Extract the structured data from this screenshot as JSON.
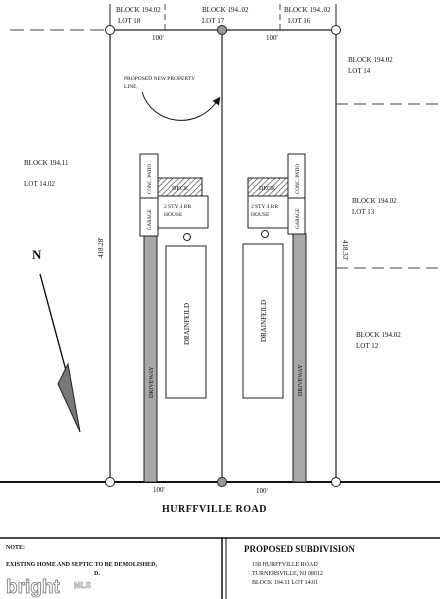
{
  "top_labels": {
    "lot18_block": "BLOCK 194.02",
    "lot18_lot": "LOT 18",
    "lot17_block": "BLOCK 194..02",
    "lot17_lot": "LOT 17",
    "lot16_block": "BLOCK 194..02",
    "lot16_lot": "LOT 16"
  },
  "neighbors": {
    "left_block": "BLOCK 194.11",
    "left_lot": "LOT 14.02",
    "r14_block": "BLOCK 194.02",
    "r14_lot": "LOT 14",
    "r13_block": "BLOCK 194.02",
    "r13_lot": "LOT 13",
    "r12_block": "BLOCK 194.02",
    "r12_lot": "LOT 12"
  },
  "dimensions": {
    "top_left": "100'",
    "top_right": "100'",
    "bottom_left": "100'",
    "bottom_right": "100'",
    "depth_left": "418.28'",
    "depth_right": "418.33'"
  },
  "proposed_line": {
    "line1": "PROPOSED NEW PROPERTY",
    "line2": "LINE"
  },
  "left_lot": {
    "patio": "CONC. PATIO",
    "deck": "DECK",
    "garage": "GARAGE",
    "house_line1": "2 STY 4 BR",
    "house_line2": "HOUSE",
    "drainfield": "DRAINFEILD",
    "driveway": "DRIVEWAY"
  },
  "right_lot": {
    "patio": "CONC. PATIO",
    "deck": "DECK",
    "garage": "GARAGE",
    "house_line1": "2 STY 4 BR",
    "house_line2": "HOUSE",
    "drainfield": "DRAINFEILD",
    "driveway": "DRIVEWAY"
  },
  "north": "N",
  "road": "HURFFVILLE ROAD",
  "note": {
    "heading": "NOTE:",
    "text": "EXISTING HOME AND SEPTIC TO BE DEMOLISHED,",
    "text2": "D."
  },
  "title_block": {
    "title": "PROPOSED SUBDIVISION",
    "address1": "158 HURFFVILLE ROAD",
    "address2": "TURNERSVILLE, NJ 08012",
    "block_lot": "BLOCK 194.11 LOT 14.01"
  },
  "watermark": "bright",
  "watermark_suffix": "MLS"
}
